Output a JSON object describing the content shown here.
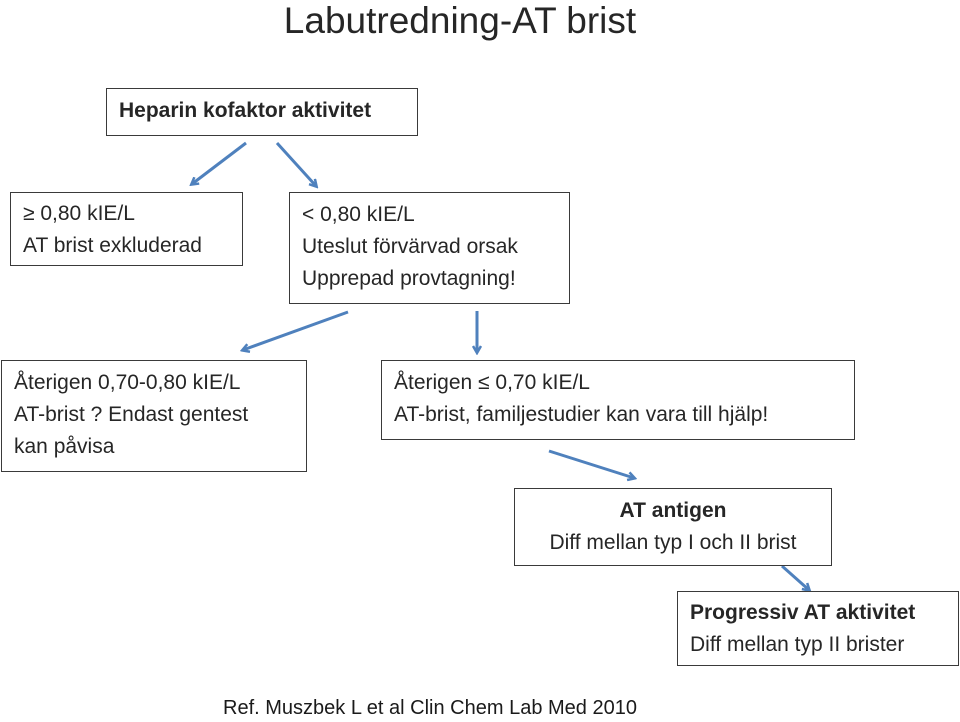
{
  "title": "Labutredning-AT brist",
  "nodes": {
    "heparin": {
      "line1": "Heparin kofaktor aktivitet"
    },
    "excluded": {
      "line1": "≥ 0,80 kIE/L",
      "line2": "AT brist exkluderad"
    },
    "below": {
      "line1": "< 0,80 kIE/L",
      "line2": "Uteslut förvärvad orsak",
      "line3": "Upprepad provtagning!"
    },
    "retest_mid": {
      "line1": "Återigen 0,70-0,80 kIE/L",
      "line2": "AT-brist ? Endast gentest",
      "line3": "kan påvisa"
    },
    "retest_low": {
      "line1": "Återigen ≤ 0,70 kIE/L",
      "line2": "AT-brist, familjestudier kan vara till hjälp!"
    },
    "antigen": {
      "line1": "AT antigen",
      "line2": "Diff mellan typ I och II brist"
    },
    "progressive": {
      "line1": "Progressiv AT aktivitet",
      "line2": "Diff mellan typ II brister"
    }
  },
  "reference": "Ref. Muszbek L et al Clin Chem Lab Med 2010",
  "colors": {
    "arrow": "#4f81bd",
    "border": "#3a3a3a",
    "text": "#262626"
  }
}
